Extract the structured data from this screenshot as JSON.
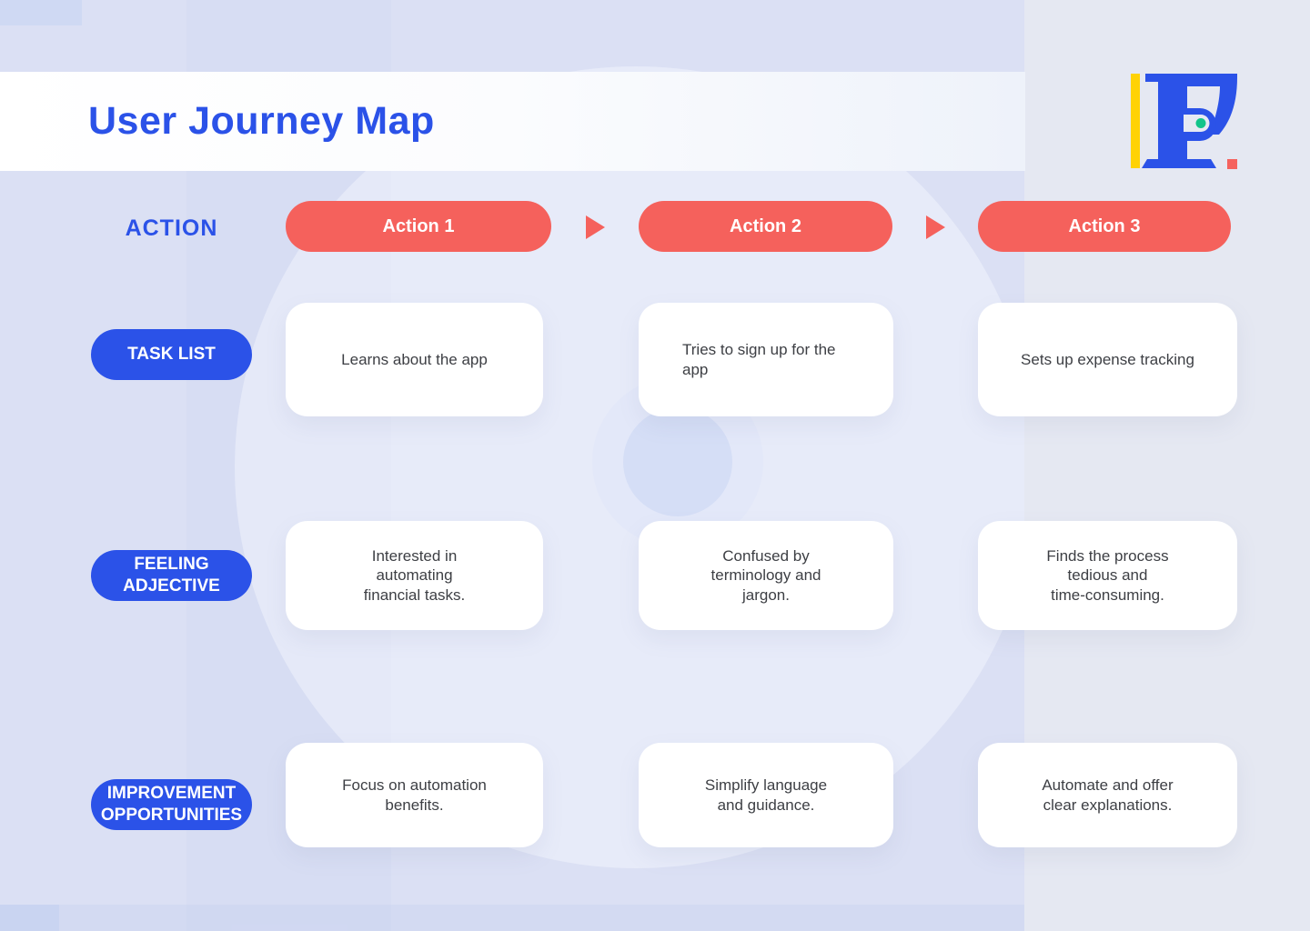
{
  "app": {
    "title": "User Journey Map"
  },
  "logo": {
    "name": "f-monogram-logo",
    "colors": {
      "letter_blue": "#2b52e8",
      "accent_yellow": "#ffd205",
      "accent_green": "#12c48b",
      "accent_red": "#f5625e"
    }
  },
  "colors": {
    "accent_blue": "#2b52e8",
    "accent_coral": "#f5615c",
    "background": "#dbe0f4",
    "card_text": "#3d3f44"
  },
  "row_labels": {
    "action": "ACTION",
    "task_list": "TASK LIST",
    "feeling": "FEELING\nADJECTIVE",
    "improvement": "IMPROVEMENT\nOPPORTUNITIES"
  },
  "actions": [
    {
      "label": "Action 1"
    },
    {
      "label": "Action 2"
    },
    {
      "label": "Action 3"
    }
  ],
  "cards": {
    "task_list": [
      {
        "text": "Learns about the app"
      },
      {
        "text": "Tries to sign up for the\napp"
      },
      {
        "text": "Sets up expense tracking"
      }
    ],
    "feeling": [
      {
        "text": "Interested in\nautomating\nfinancial tasks."
      },
      {
        "text": "Confused by\nterminology and\njargon."
      },
      {
        "text": "Finds the process\ntedious and\ntime-consuming."
      }
    ],
    "improvement": [
      {
        "text": "Focus on automation\nbenefits."
      },
      {
        "text": "Simplify language\nand guidance."
      },
      {
        "text": "Automate and offer\nclear explanations."
      }
    ]
  }
}
